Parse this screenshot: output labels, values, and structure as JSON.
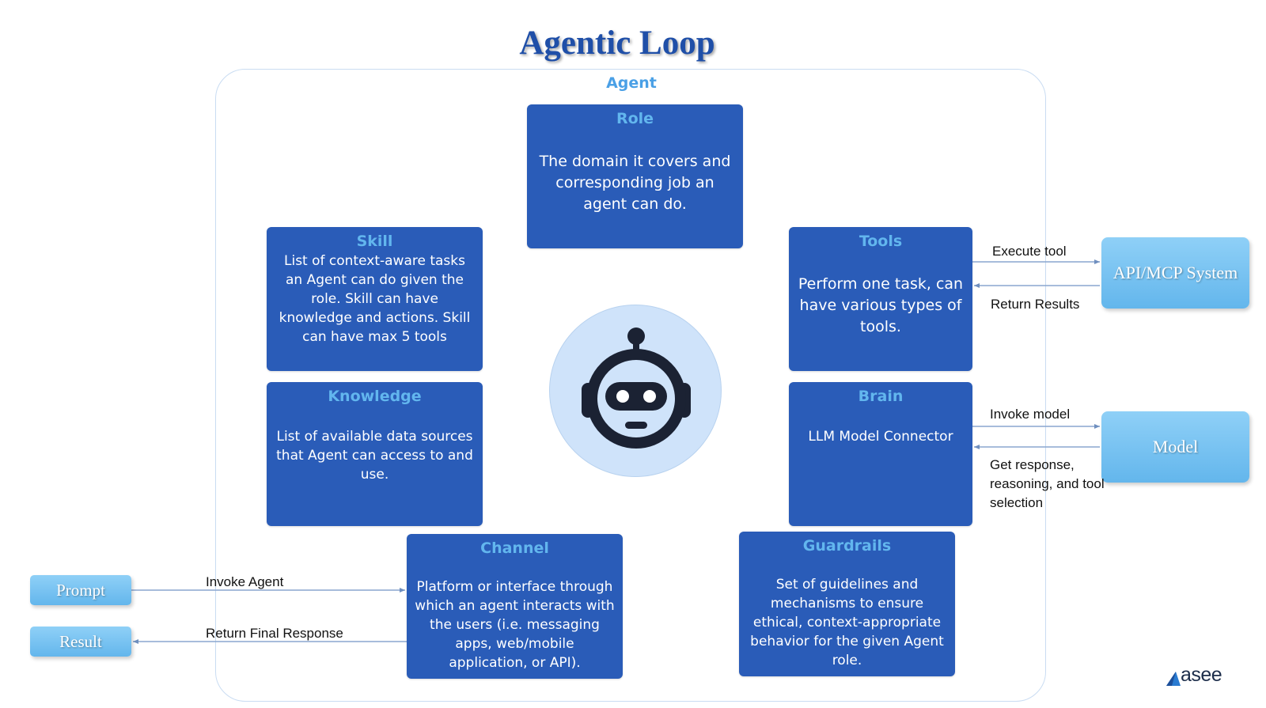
{
  "title": "Agentic Loop",
  "agent_label": "Agent",
  "boxes": {
    "role": {
      "title": "Role",
      "body": "The domain it covers and corresponding job an agent can do."
    },
    "skill": {
      "title": "Skill",
      "body": "List of context-aware tasks an Agent can do given the role. Skill can have knowledge and actions. Skill can have max 5 tools"
    },
    "tools": {
      "title": "Tools",
      "body": "Perform one task, can have various types of tools."
    },
    "knowledge": {
      "title": "Knowledge",
      "body": "List of available data sources that Agent can access to and use."
    },
    "brain": {
      "title": "Brain",
      "body": "LLM Model Connector"
    },
    "channel": {
      "title": "Channel",
      "body": "Platform or interface through which an agent interacts with the users (i.e. messaging apps, web/mobile application, or API)."
    },
    "guardrails": {
      "title": "Guardrails",
      "body": "Set of guidelines and mechanisms to ensure ethical, context-appropriate behavior for the given Agent role."
    }
  },
  "external": {
    "api": "API/MCP System",
    "model": "Model",
    "prompt": "Prompt",
    "result": "Result"
  },
  "flows": {
    "execute_tool": "Execute tool",
    "return_results": "Return Results",
    "invoke_model": "Invoke model",
    "get_response": "Get response, reasoning, and tool selection",
    "invoke_agent": "Invoke Agent",
    "return_final": "Return Final Response"
  },
  "logo": {
    "text": "asee",
    "icon": "asee-triangle-logo"
  },
  "center_icon": "robot-icon",
  "colors": {
    "title": "#1f4fa8",
    "box_fill": "#2a5cb8",
    "box_title": "#62b6ee",
    "agent_label": "#4aa0e6",
    "robot_circle": "#cfe3fa",
    "robot": "#1b2233",
    "external_fill": "#63b6ec"
  }
}
